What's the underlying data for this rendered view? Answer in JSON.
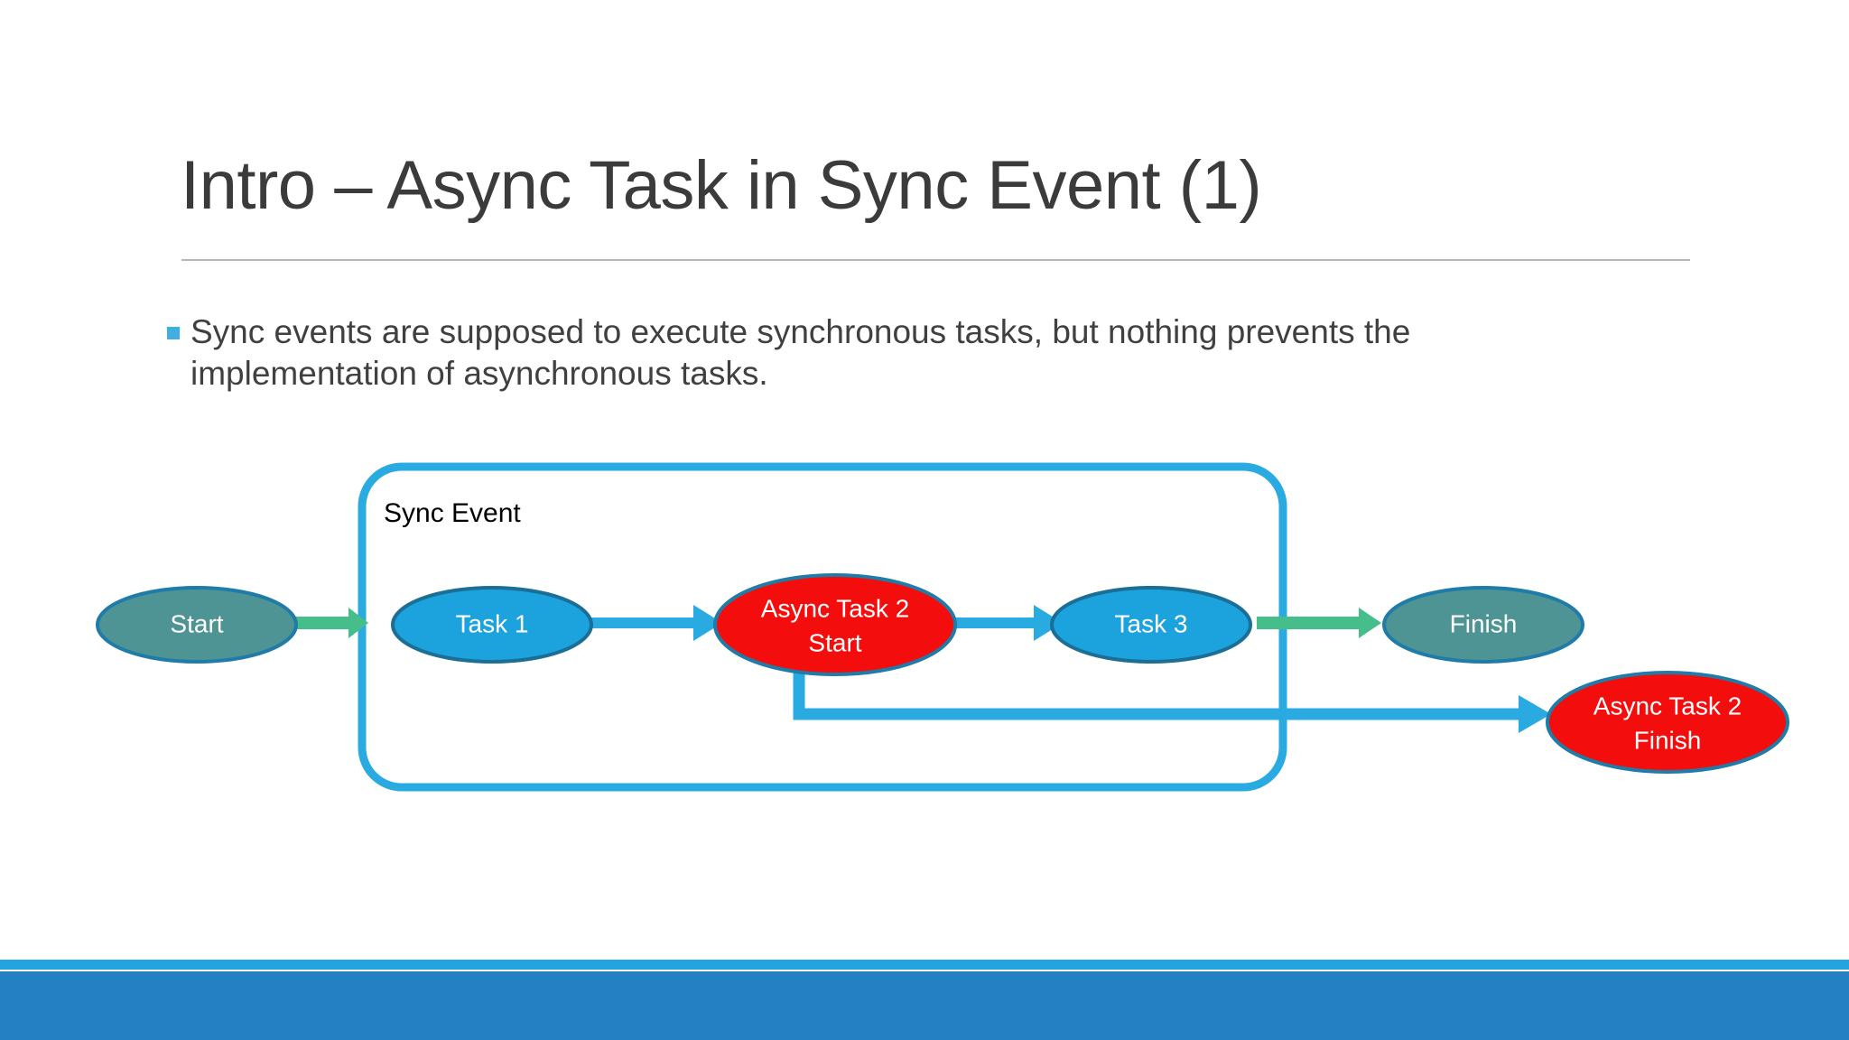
{
  "slide": {
    "title": "Intro – Async Task in Sync Event (1)",
    "bullet": "Sync events are supposed to execute synchronous tasks, but nothing prevents the implementation of asynchronous tasks."
  },
  "colors": {
    "title_text": "#3b3b3b",
    "body_text": "#404040",
    "bullet_marker": "#41AEE0",
    "title_rule": "#b7b7b7",
    "terminal_fill": "#4E9494",
    "terminal_stroke": "#1F7CA8",
    "task_fill": "#1CA3DD",
    "task_stroke": "#1B6E95",
    "async_fill": "#F40D0D",
    "async_stroke": "#1F7CA8",
    "sync_container_stroke": "#29ABE2",
    "blue_arrow": "#29ABE2",
    "green_arrow": "#45BE8C",
    "footer_accent": "#22A5DE",
    "footer_bar": "#2580C3"
  },
  "diagram": {
    "container_label": "Sync Event",
    "nodes": [
      {
        "id": "start",
        "label_lines": [
          "Start"
        ],
        "kind": "terminal"
      },
      {
        "id": "task1",
        "label_lines": [
          "Task 1"
        ],
        "kind": "task"
      },
      {
        "id": "async-start",
        "label_lines": [
          "Async Task 2",
          "Start"
        ],
        "kind": "async"
      },
      {
        "id": "task3",
        "label_lines": [
          "Task 3"
        ],
        "kind": "task"
      },
      {
        "id": "finish",
        "label_lines": [
          "Finish"
        ],
        "kind": "terminal"
      },
      {
        "id": "async-finish",
        "label_lines": [
          "Async Task 2",
          "Finish"
        ],
        "kind": "async"
      }
    ],
    "edges": [
      {
        "id": "start-to-task1",
        "kind": "green"
      },
      {
        "id": "task1-to-async-start",
        "kind": "blue"
      },
      {
        "id": "async-start-to-task3",
        "kind": "blue"
      },
      {
        "id": "task3-to-finish",
        "kind": "green"
      },
      {
        "id": "async-start-to-async-finish",
        "kind": "blue-elbow"
      }
    ]
  }
}
